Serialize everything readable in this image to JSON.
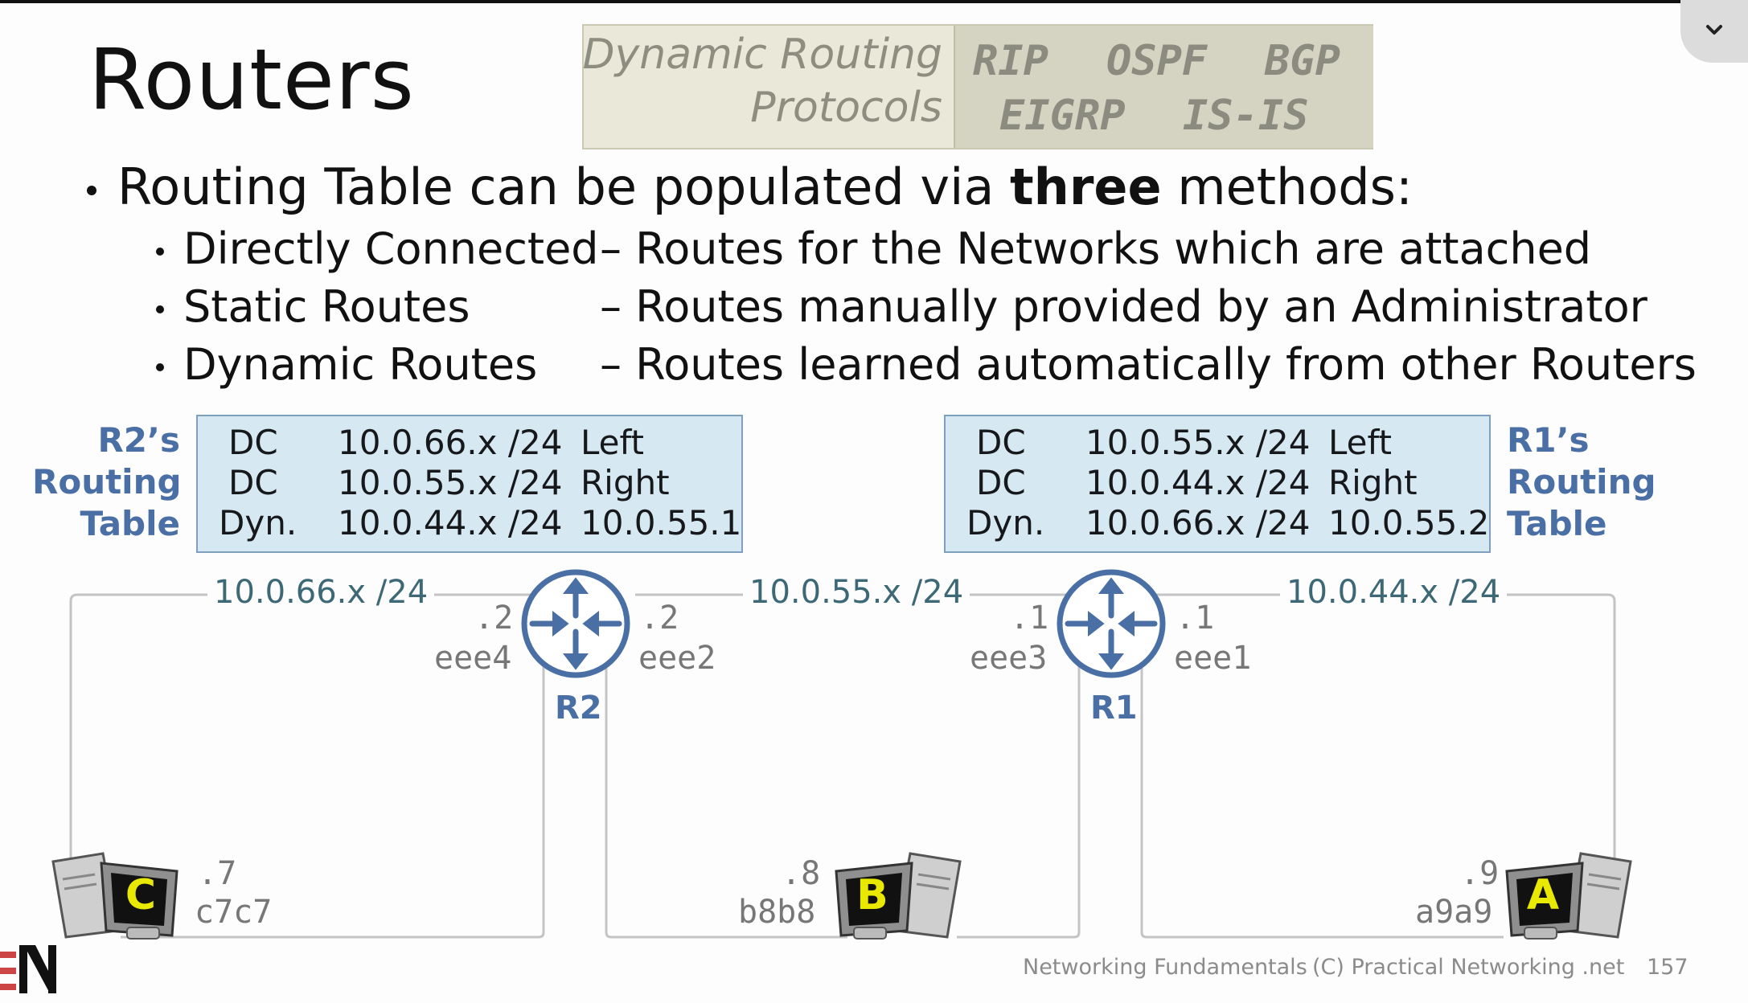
{
  "slide": {
    "title": "Routers",
    "page_number": "157",
    "footer_course": "Networking Fundamentals",
    "footer_copyright": "(C) Practical Networking .net"
  },
  "protocols_box": {
    "label_line1": "Dynamic Routing",
    "label_line2": "Protocols",
    "items": [
      "RIP",
      "OSPF",
      "BGP",
      "EIGRP",
      "IS-IS"
    ]
  },
  "bullets": {
    "main_prefix": "Routing Table can be populated via ",
    "main_bold": "three",
    "main_suffix": " methods:",
    "methods": [
      {
        "name": "Directly Connected",
        "desc": "– Routes for the Networks which are attached"
      },
      {
        "name": "Static Routes",
        "desc": "– Routes manually provided by an Administrator"
      },
      {
        "name": "Dynamic Routes",
        "desc": "– Routes learned automatically from other Routers"
      }
    ]
  },
  "r2_table": {
    "label": [
      "R2’s",
      "Routing",
      "Table"
    ],
    "rows": [
      {
        "type": "DC",
        "network": "10.0.66.x /24",
        "via": "Left"
      },
      {
        "type": "DC",
        "network": "10.0.55.x /24",
        "via": "Right"
      },
      {
        "type": "Dyn.",
        "network": "10.0.44.x /24",
        "via": "10.0.55.1"
      }
    ]
  },
  "r1_table": {
    "label": [
      "R1’s",
      "Routing",
      "Table"
    ],
    "rows": [
      {
        "type": "DC",
        "network": "10.0.55.x /24",
        "via": "Left"
      },
      {
        "type": "DC",
        "network": "10.0.44.x /24",
        "via": "Right"
      },
      {
        "type": "Dyn.",
        "network": "10.0.66.x /24",
        "via": "10.0.55.2"
      }
    ]
  },
  "network": {
    "segments": [
      "10.0.66.x /24",
      "10.0.55.x /24",
      "10.0.44.x /24"
    ],
    "r2": {
      "name": "R2",
      "left_ip": ".2",
      "left_if": "eee4",
      "right_ip": ".2",
      "right_if": "eee2"
    },
    "r1": {
      "name": "R1",
      "left_ip": ".1",
      "left_if": "eee3",
      "right_ip": ".1",
      "right_if": "eee1"
    },
    "hosts": [
      {
        "letter": "C",
        "ip": ".7",
        "mac": "c7c7"
      },
      {
        "letter": "B",
        "ip": ".8",
        "mac": "b8b8"
      },
      {
        "letter": "A",
        "ip": ".9",
        "mac": "a9a9"
      }
    ]
  },
  "colors": {
    "table_bg": "#d6e8f1",
    "table_border": "#7fa0bd",
    "accent_blue": "#4a6fa5",
    "segment_text": "#3d6876",
    "proto_bg_left": "#e9e8d9",
    "proto_bg_right": "#d5d4c2",
    "screen_yellow": "#e8e800"
  },
  "icons": {
    "router": "router-icon",
    "computer": "computer-icon",
    "collapse": "chevron-down-icon",
    "logo": "practical-networking-logo"
  }
}
